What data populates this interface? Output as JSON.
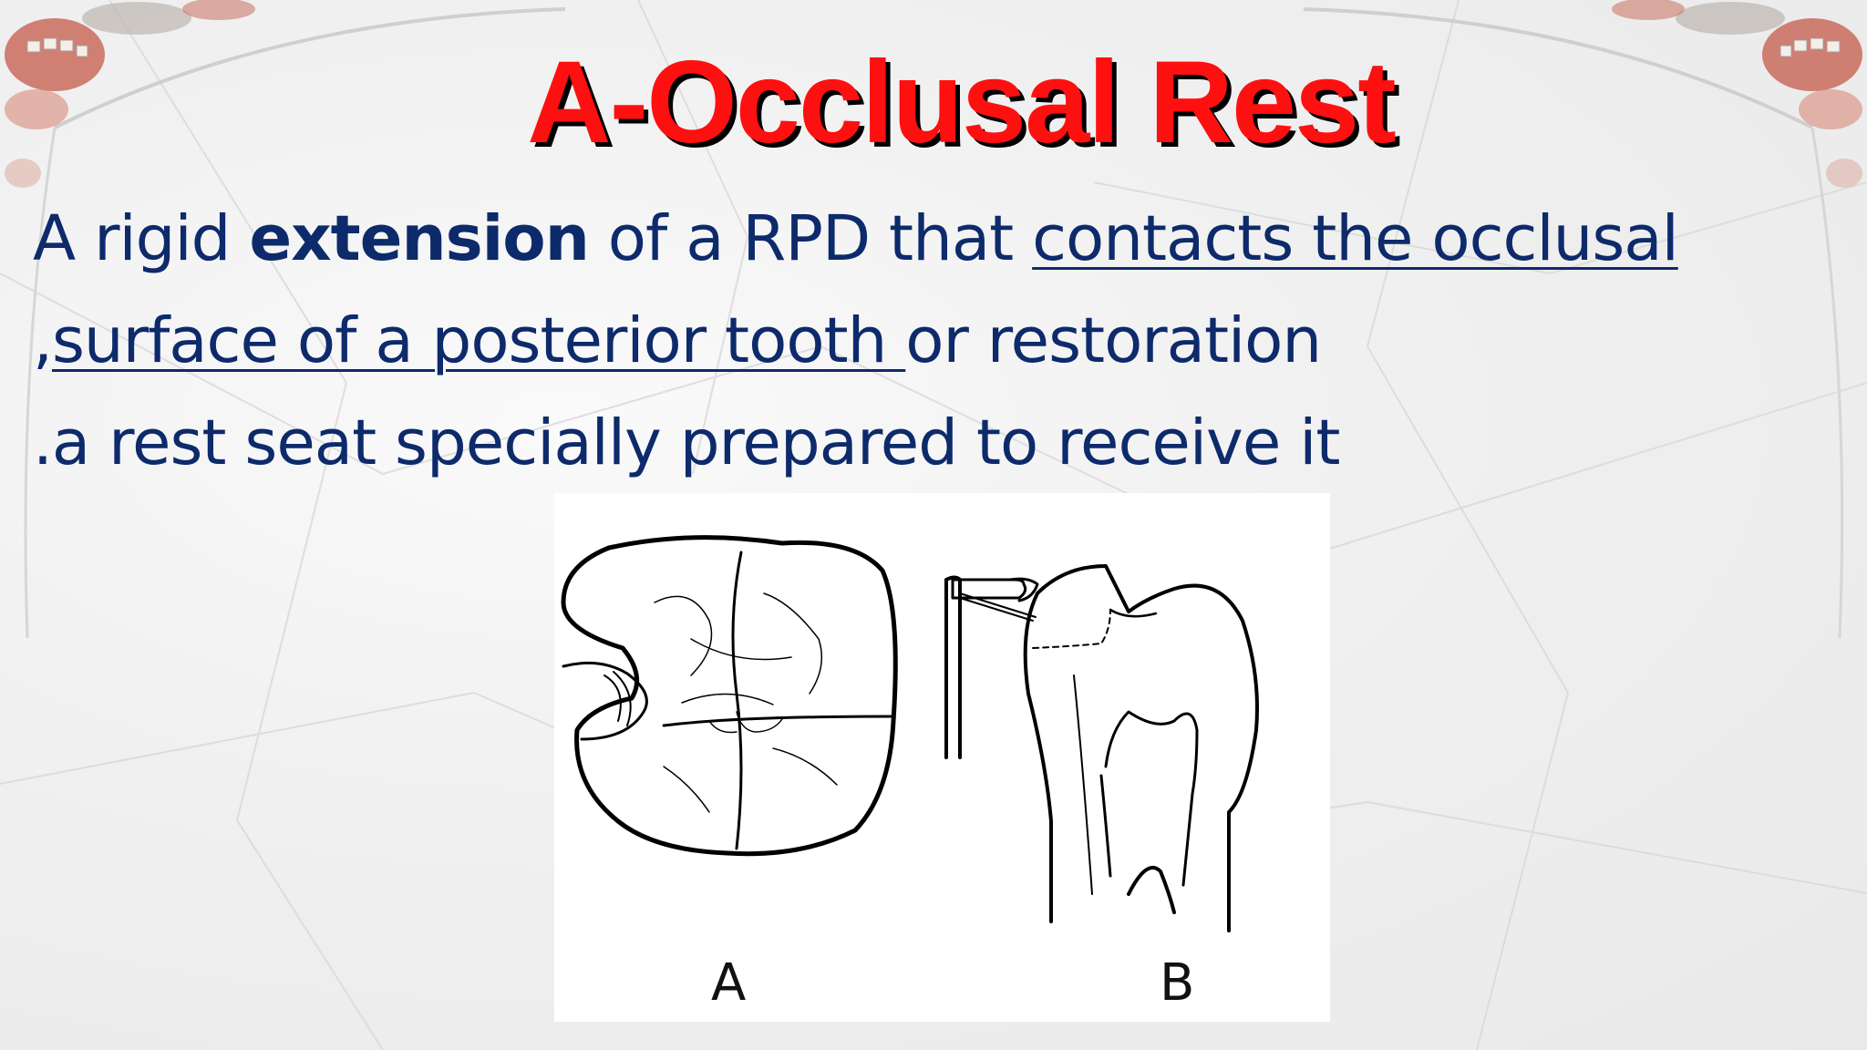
{
  "slide": {
    "title": "A-Occlusal Rest",
    "line1": {
      "part1": "A rigid ",
      "bold": "extension",
      "part2": " of a RPD that ",
      "underlined": "contacts the occlusal"
    },
    "line2": {
      "prefix": ",",
      "underlined": "surface of a posterior tooth ",
      "suffix": "or restoration"
    },
    "line3": ".a rest seat specially prepared to receive it"
  },
  "figure": {
    "label_a": "A",
    "label_b": "B"
  },
  "colors": {
    "title": "#ff1010",
    "text": "#0d2a6b",
    "background": "#f1f1f1"
  }
}
